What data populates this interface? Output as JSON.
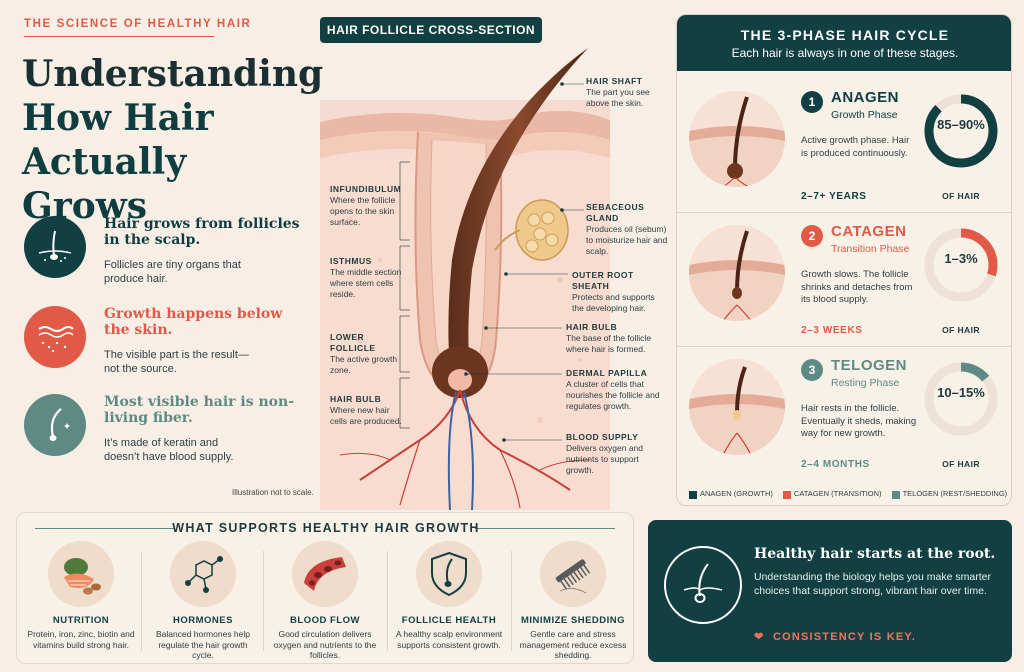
{
  "header": {
    "kicker": "THE SCIENCE OF HEALTHY HAIR",
    "title_line1": "Understanding",
    "title_line2": "How Hair",
    "title_line3": "Actually Grows"
  },
  "facts": [
    {
      "heading": "Hair grows from follicles in the scalp.",
      "body": "Follicles are tiny organs that produce hair.",
      "color": "#123f42",
      "icon": "follicle-icon"
    },
    {
      "heading": "Growth happens below the skin.",
      "body": "The visible part is the result—not the source.",
      "color": "#e05a47",
      "icon": "skin-layers-icon"
    },
    {
      "heading": "Most visible hair is non-living fiber.",
      "body": "It’s made of keratin and doesn’t have blood supply.",
      "color": "#5f8a84",
      "icon": "hair-strand-icon"
    }
  ],
  "diagram": {
    "title": "HAIR FOLLICLE CROSS-SECTION",
    "note": "Illustration not to scale.",
    "labels_right": [
      {
        "name": "HAIR SHAFT",
        "desc": "The part you see above the skin."
      },
      {
        "name": "SEBACEOUS GLAND",
        "desc": "Produces oil (sebum) to moisturize hair and scalp."
      },
      {
        "name": "OUTER ROOT SHEATH",
        "desc": "Protects and supports the developing hair."
      },
      {
        "name": "HAIR BULB",
        "desc": "The base of the follicle where hair is formed."
      },
      {
        "name": "DERMAL PAPILLA",
        "desc": "A cluster of cells that nourishes the follicle and regulates growth."
      },
      {
        "name": "BLOOD SUPPLY",
        "desc": "Delivers oxygen and nutrients to support growth."
      }
    ],
    "labels_left": [
      {
        "name": "INFUNDIBULUM",
        "desc": "Where the follicle opens to the skin surface."
      },
      {
        "name": "ISTHMUS",
        "desc": "The middle section where stem cells reside."
      },
      {
        "name": "LOWER FOLLICLE",
        "desc": "The active growth zone."
      },
      {
        "name": "HAIR BULB",
        "desc": "Where new hair cells are produced."
      }
    ]
  },
  "cycle": {
    "title": "THE 3-PHASE HAIR CYCLE",
    "subtitle": "Each hair is always in one of these stages.",
    "phases": [
      {
        "num": "1",
        "name": "ANAGEN",
        "sub": "Growth Phase",
        "desc": "Active growth phase. Hair is produced continuously.",
        "duration": "2–7+ YEARS",
        "pct_label": "85–90%",
        "of_hair": "OF HAIR",
        "fraction": 0.875,
        "color": "#123f42"
      },
      {
        "num": "2",
        "name": "CATAGEN",
        "sub": "Transition Phase",
        "desc": "Growth slows. The follicle shrinks and detaches from its blood supply.",
        "duration": "2–3 WEEKS",
        "pct_label": "1–3%",
        "of_hair": "OF HAIR",
        "fraction": 0.3,
        "color": "#e05a47"
      },
      {
        "num": "3",
        "name": "TELOGEN",
        "sub": "Resting Phase",
        "desc": "Hair rests in the follicle. Eventually it sheds, making way for new growth.",
        "duration": "2–4 MONTHS",
        "pct_label": "10–15%",
        "of_hair": "OF HAIR",
        "fraction": 0.14,
        "color": "#5f8a84"
      }
    ],
    "legend": [
      {
        "label": "ANAGEN (GROWTH)",
        "color": "#123f42"
      },
      {
        "label": "CATAGEN (TRANSITION)",
        "color": "#e05a47"
      },
      {
        "label": "TELOGEN (REST/SHEDDING)",
        "color": "#5f8a84"
      }
    ]
  },
  "supports": {
    "title": "WHAT SUPPORTS HEALTHY HAIR GROWTH",
    "items": [
      {
        "name": "NUTRITION",
        "desc": "Protein, iron, zinc, biotin and vitamins build strong hair.",
        "icon": "food-icon"
      },
      {
        "name": "HORMONES",
        "desc": "Balanced hormones help regulate the hair growth cycle.",
        "icon": "molecule-icon"
      },
      {
        "name": "BLOOD FLOW",
        "desc": "Good circulation delivers oxygen and nutrients to the follicles.",
        "icon": "blood-vessel-icon"
      },
      {
        "name": "FOLLICLE HEALTH",
        "desc": "A healthy scalp environment supports consistent growth.",
        "icon": "shield-follicle-icon"
      },
      {
        "name": "MINIMIZE SHEDDING",
        "desc": "Gentle care and stress management reduce excess shedding.",
        "icon": "comb-icon"
      }
    ]
  },
  "callout": {
    "heading": "Healthy hair starts at the root.",
    "body": "Understanding the biology helps you make smarter choices that support strong, vibrant hair over time.",
    "footer": "CONSISTENCY IS KEY.",
    "icon": "heart-icon"
  }
}
